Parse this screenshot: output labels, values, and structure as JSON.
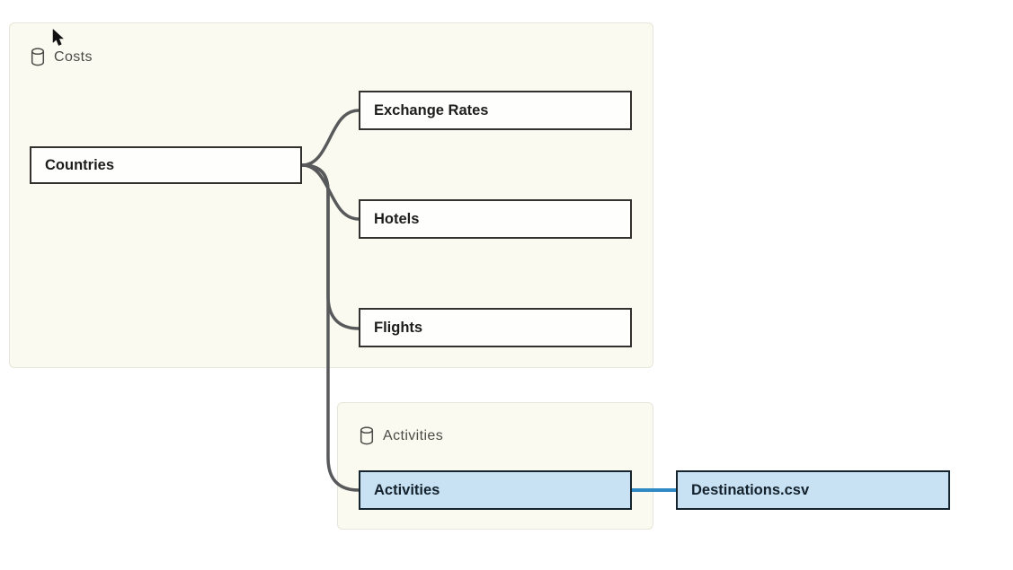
{
  "app": {
    "view_name": "data-model-canvas"
  },
  "colors": {
    "canvas_bg": "#ffffff",
    "container_bg": "#fafaf0",
    "container_border": "#e6e6da",
    "node_bg": "#fefefc",
    "node_border": "#32312d",
    "node_selected_bg": "#c9e2f3",
    "node_selected_border": "#16242e",
    "connector_gray": "#58595b",
    "connector_blue": "#2f89c5",
    "label_text": "#4b4b47",
    "node_text": "#1d1d1b"
  },
  "containers": [
    {
      "label": "Costs",
      "icon": "database-icon"
    },
    {
      "label": "Activities",
      "icon": "database-icon"
    }
  ],
  "nodes": [
    {
      "label": "Countries",
      "state": "default",
      "container": "Costs"
    },
    {
      "label": "Exchange Rates",
      "state": "default",
      "container": "Costs"
    },
    {
      "label": "Hotels",
      "state": "default",
      "container": "Costs"
    },
    {
      "label": "Flights",
      "state": "default",
      "container": "Costs"
    },
    {
      "label": "Activities",
      "state": "selected",
      "container": "Activities"
    },
    {
      "label": "Destinations.csv",
      "state": "selected",
      "container": "none"
    }
  ],
  "edges": [
    {
      "from": "Countries",
      "to": "Exchange Rates",
      "type": "relationship"
    },
    {
      "from": "Countries",
      "to": "Hotels",
      "type": "relationship"
    },
    {
      "from": "Countries",
      "to": "Flights",
      "type": "relationship"
    },
    {
      "from": "Countries",
      "to": "Activities",
      "type": "relationship"
    },
    {
      "from": "Activities",
      "to": "Destinations.csv",
      "type": "union-highlighted"
    }
  ]
}
